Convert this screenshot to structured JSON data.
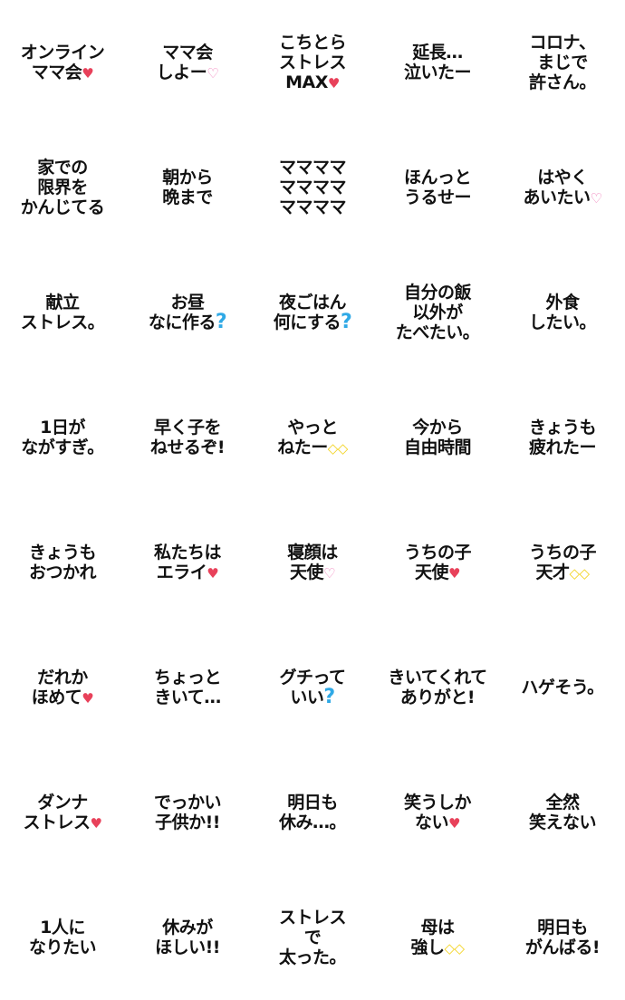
{
  "stickers": [
    {
      "text": "オンライン\nママ会",
      "mark": "♥",
      "mark_type": "heart-red"
    },
    {
      "text": "ママ会\nしよー",
      "mark": "♡",
      "mark_type": "heart-pink"
    },
    {
      "text": "こちとら\nストレス\nMAX",
      "mark": "♥",
      "mark_type": "heart-red"
    },
    {
      "text": "延長…\n泣いたー",
      "mark": "",
      "mark_type": ""
    },
    {
      "text": "コロナ、\nまじで\n許さん。",
      "mark": "",
      "mark_type": ""
    },
    {
      "text": "家での\n限界を\nかんじてる",
      "mark": "",
      "mark_type": ""
    },
    {
      "text": "朝から\n晩まで",
      "mark": "",
      "mark_type": ""
    },
    {
      "text": "ママママ\nママママ\nママママ",
      "mark": "",
      "mark_type": ""
    },
    {
      "text": "ほんっと\nうるせー",
      "mark": "",
      "mark_type": ""
    },
    {
      "text": "はやく\nあいたい",
      "mark": "♡",
      "mark_type": "heart-pink"
    },
    {
      "text": "献立\nストレス。",
      "mark": "",
      "mark_type": ""
    },
    {
      "text": "お昼\nなに作る",
      "mark": "?",
      "mark_type": "q-blue"
    },
    {
      "text": "夜ごはん\n何にする",
      "mark": "?",
      "mark_type": "q-blue"
    },
    {
      "text": "自分の飯\n以外が\nたべたい。",
      "mark": "",
      "mark_type": ""
    },
    {
      "text": "外食\nしたい。",
      "mark": "",
      "mark_type": ""
    },
    {
      "text": "1日が\nながすぎ。",
      "mark": "",
      "mark_type": ""
    },
    {
      "text": "早く子を\nねせるぞ!",
      "mark": "",
      "mark_type": ""
    },
    {
      "text": "やっと\nねたー",
      "mark": "◇◇",
      "mark_type": "sparkle-yellow"
    },
    {
      "text": "今から\n自由時間",
      "mark": "",
      "mark_type": ""
    },
    {
      "text": "きょうも\n疲れたー",
      "mark": "",
      "mark_type": ""
    },
    {
      "text": "きょうも\nおつかれ",
      "mark": "",
      "mark_type": ""
    },
    {
      "text": "私たちは\nエライ",
      "mark": "♥",
      "mark_type": "heart-red"
    },
    {
      "text": "寝顔は\n天使",
      "mark": "♡",
      "mark_type": "heart-pink"
    },
    {
      "text": "うちの子\n天使",
      "mark": "♥",
      "mark_type": "heart-red"
    },
    {
      "text": "うちの子\n天才",
      "mark": "◇◇",
      "mark_type": "sparkle-yellow"
    },
    {
      "text": "だれか\nほめて",
      "mark": "♥",
      "mark_type": "heart-red"
    },
    {
      "text": "ちょっと\nきいて…",
      "mark": "",
      "mark_type": ""
    },
    {
      "text": "グチって\nいい",
      "mark": "?",
      "mark_type": "q-blue"
    },
    {
      "text": "きいてくれて\nありがと!",
      "mark": "",
      "mark_type": ""
    },
    {
      "text": "ハゲそう。",
      "mark": "",
      "mark_type": ""
    },
    {
      "text": "ダンナ\nストレス",
      "mark": "♥",
      "mark_type": "heart-red"
    },
    {
      "text": "でっかい\n子供か!!",
      "mark": "",
      "mark_type": ""
    },
    {
      "text": "明日も\n休み…。",
      "mark": "",
      "mark_type": ""
    },
    {
      "text": "笑うしか\nない",
      "mark": "♥",
      "mark_type": "heart-red"
    },
    {
      "text": "全然\n笑えない",
      "mark": "",
      "mark_type": ""
    },
    {
      "text": "1人に\nなりたい",
      "mark": "",
      "mark_type": ""
    },
    {
      "text": "休みが\nほしい!!",
      "mark": "",
      "mark_type": ""
    },
    {
      "text": "ストレス\nで\n太った。",
      "mark": "",
      "mark_type": ""
    },
    {
      "text": "母は\n強し",
      "mark": "◇◇",
      "mark_type": "sparkle-yellow"
    },
    {
      "text": "明日も\nがんばる!",
      "mark": "",
      "mark_type": ""
    }
  ],
  "colors": {
    "text": "#111111",
    "heart_red": "#e8415a",
    "heart_pink": "#f07ab8",
    "question_blue": "#2fa9e6",
    "sparkle_yellow": "#f2d21c"
  }
}
